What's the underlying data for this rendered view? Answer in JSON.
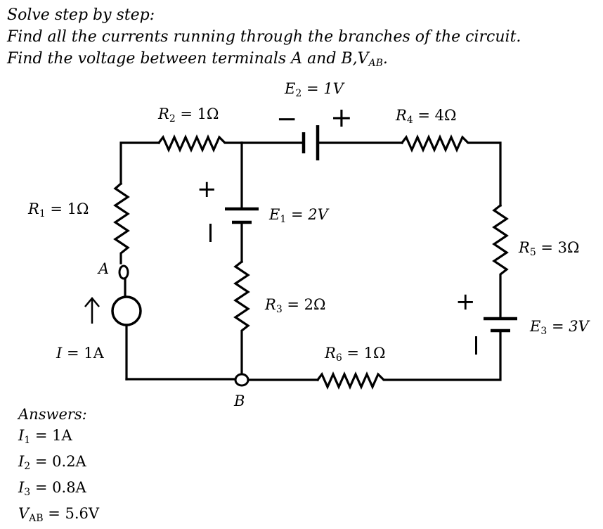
{
  "problem": {
    "line1": "Solve step by step:",
    "line2": "Find all the currents running through the branches of the circuit.",
    "line3_prefix": "Find the voltage between terminals A and B,",
    "line3_var": "V",
    "line3_sub": "AB",
    "line3_suffix": "."
  },
  "circuit": {
    "R1": {
      "sym": "R",
      "sub": "1",
      "value": " = 1Ω"
    },
    "R2": {
      "sym": "R",
      "sub": "2",
      "value": " = 1Ω"
    },
    "R3": {
      "sym": "R",
      "sub": "3",
      "value": " = 2Ω"
    },
    "R4": {
      "sym": "R",
      "sub": "4",
      "value": " = 4Ω"
    },
    "R5": {
      "sym": "R",
      "sub": "5",
      "value": " = 3Ω"
    },
    "R6": {
      "sym": "R",
      "sub": "6",
      "value": " = 1Ω"
    },
    "E1": {
      "sym": "E",
      "sub": "1",
      "value": " = 2V"
    },
    "E2": {
      "sym": "E",
      "sub": "2",
      "value": " = 1V"
    },
    "E3": {
      "sym": "E",
      "sub": "3",
      "value": " = 3V"
    },
    "I": {
      "sym": "I",
      "value": " = 1A"
    },
    "terminal_A": "A",
    "terminal_B": "B",
    "plus": "+",
    "minus": "−"
  },
  "answers": {
    "heading": "Answers:",
    "items": [
      {
        "sym": "I",
        "sub": "1",
        "value": " = 1A"
      },
      {
        "sym": "I",
        "sub": "2",
        "value": " = 0.2A"
      },
      {
        "sym": "I",
        "sub": "3",
        "value": " = 0.8A"
      },
      {
        "sym": "V",
        "sub": "AB",
        "value": " = 5.6V"
      }
    ]
  }
}
